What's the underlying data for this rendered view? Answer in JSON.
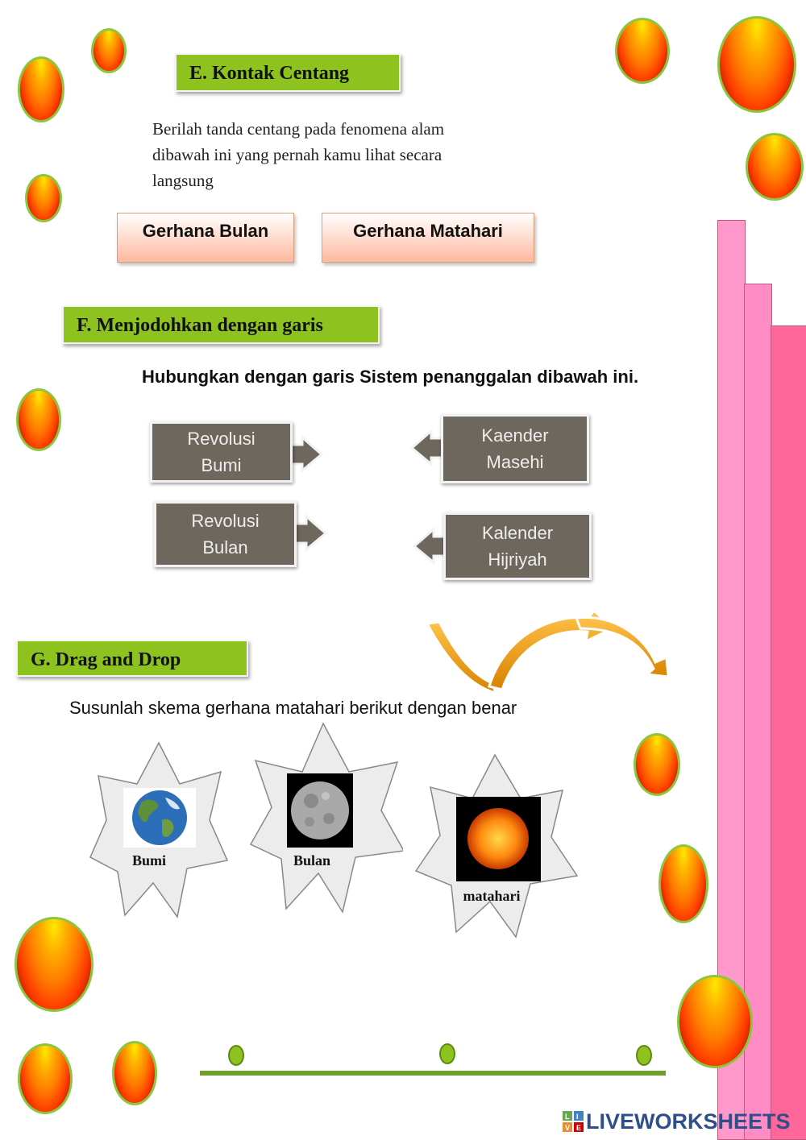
{
  "section_e": {
    "title": "E. Kontak Centang",
    "instruction_line1": "Berilah tanda centang pada fenomena alam",
    "instruction_line2": "dibawah ini yang pernah kamu lihat secara",
    "instruction_line3": "langsung",
    "options": [
      "Gerhana Bulan",
      "Gerhana Matahari"
    ]
  },
  "section_f": {
    "title": "F. Menjodohkan dengan garis",
    "instruction": "Hubungkan dengan garis Sistem penanggalan dibawah ini.",
    "left": [
      {
        "line1": "Revolusi",
        "line2": "Bumi"
      },
      {
        "line1": "Revolusi",
        "line2": "Bulan"
      }
    ],
    "right": [
      {
        "line1": "Kaender",
        "line2": "Masehi"
      },
      {
        "line1": "Kalender",
        "line2": "Hijriyah"
      }
    ]
  },
  "section_g": {
    "title": "G. Drag and Drop",
    "instruction": "Susunlah skema gerhana matahari berikut dengan benar",
    "items": [
      "Bumi",
      "Bulan",
      "matahari"
    ]
  },
  "brand": {
    "logo_letters": "LIVE",
    "text": "LIVEWORKSHEETS"
  },
  "colors": {
    "title_green": "#8dc21f",
    "box_gray": "#6d675e",
    "pink_light": "#ff99cc",
    "pink_dark": "#ff6699",
    "arrow_orange": "#f7a21b"
  }
}
